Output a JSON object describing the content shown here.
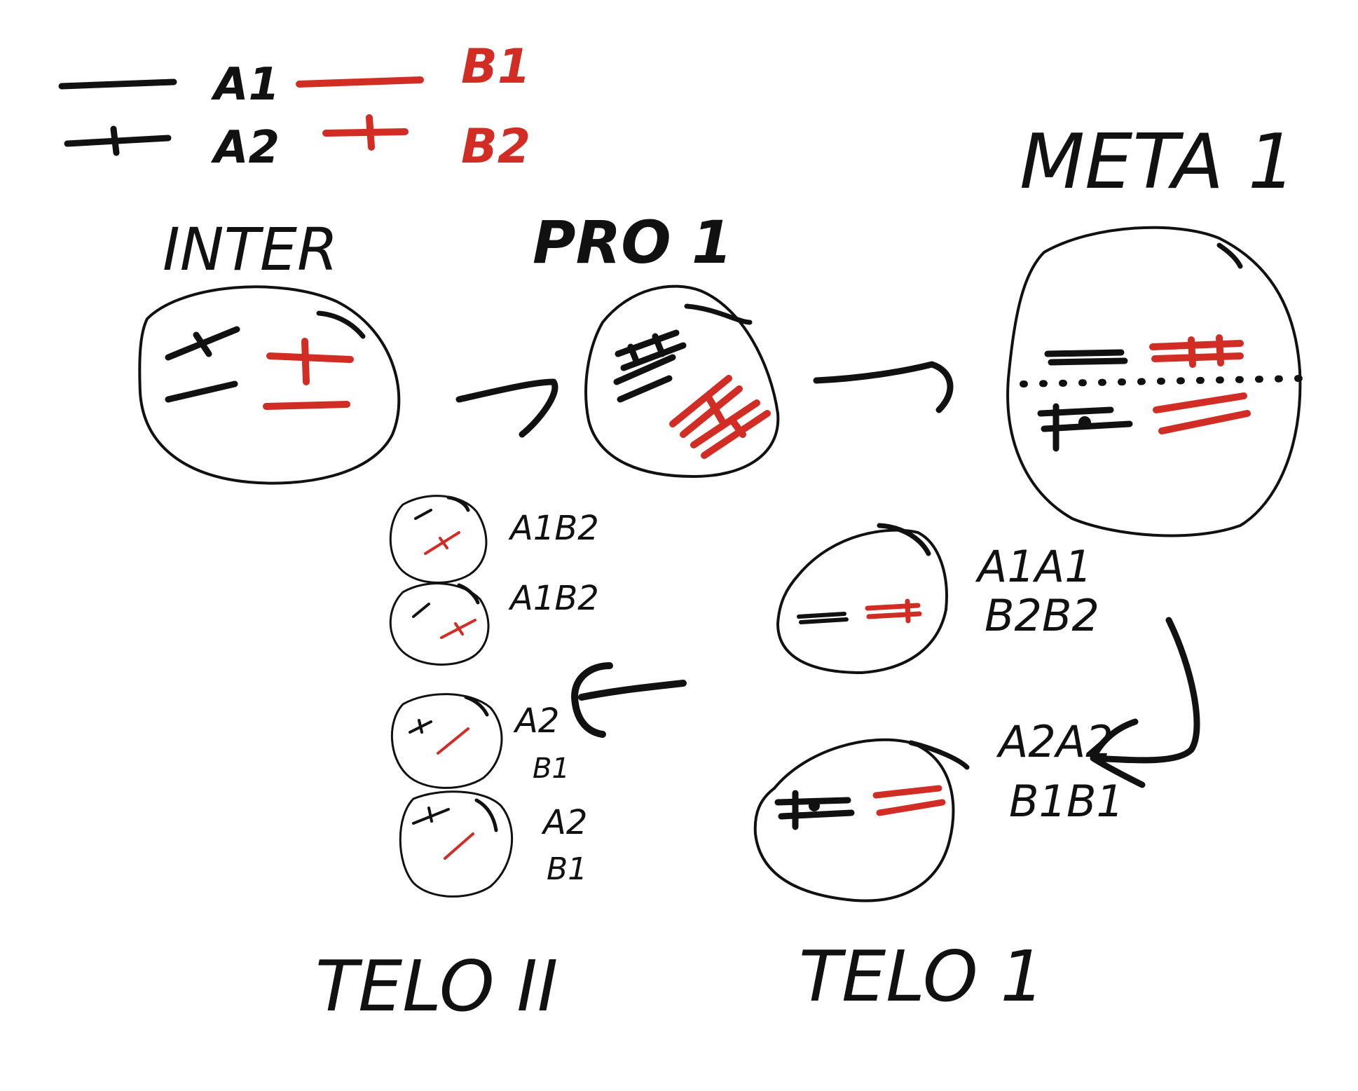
{
  "colors": {
    "background": "#ffffff",
    "black_ink": "#111111",
    "red_ink": "#d12d24"
  },
  "key": {
    "chromosome_a1": "A1",
    "chromosome_a2": "A2",
    "chromosome_b1": "B1",
    "chromosome_b2": "B2"
  },
  "stages": {
    "interphase": "INTER",
    "prophase": "PRO 1",
    "metaphase": "META 1",
    "telophase1": "TELO 1",
    "telophase2": "TELO II"
  },
  "telo1_cells": {
    "top_line1": "A1A1",
    "top_line2": "B2B2",
    "bottom_line1": "A2A2",
    "bottom_line2": "B1B1"
  },
  "telo2_cells": {
    "cell1": "A1B2",
    "cell2": "A1B2",
    "cell3_line1": "A2",
    "cell3_line2": "B1",
    "cell4_line1": "A2",
    "cell4_line2": "B1"
  }
}
